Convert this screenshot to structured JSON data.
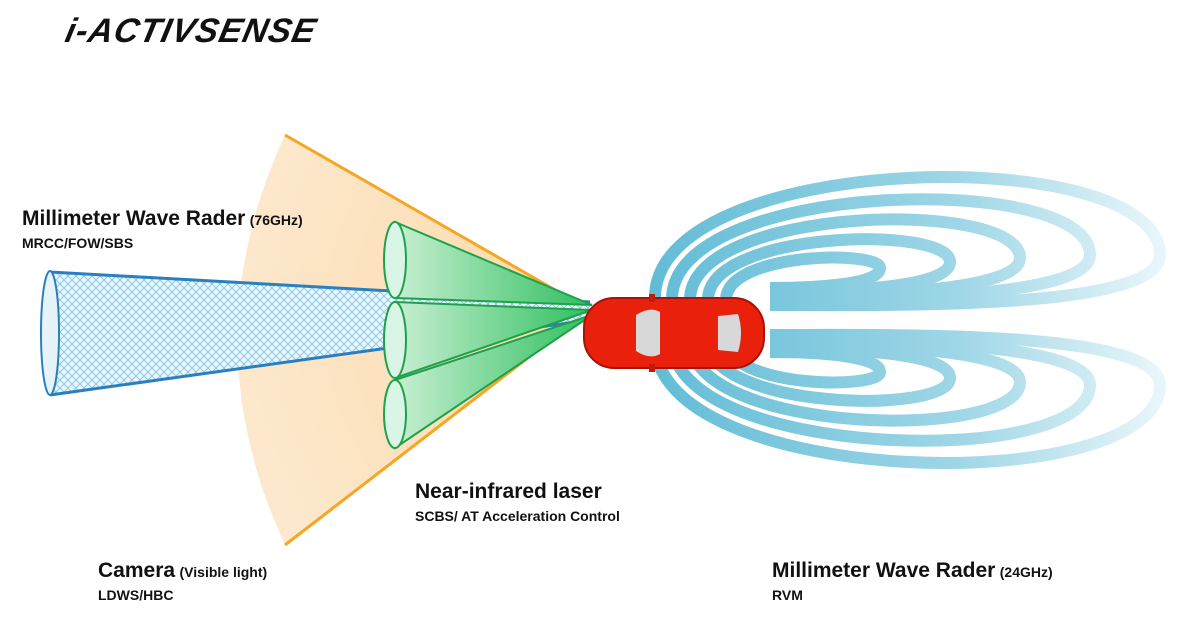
{
  "logo": "i-ACTIVSENSE",
  "labels": {
    "radar76": {
      "title": "Millimeter Wave Rader",
      "freq": "(76GHz)",
      "systems": "MRCC/FOW/SBS"
    },
    "camera": {
      "title": "Camera",
      "freq": "(Visible light)",
      "systems": "LDWS/HBC"
    },
    "laser": {
      "title": "Near-infrared laser",
      "systems": "SCBS/ AT Acceleration Control"
    },
    "radar24": {
      "title": "Millimeter Wave Rader",
      "freq": "(24GHz)",
      "systems": "RVM"
    }
  },
  "colors": {
    "camera_fan": "#f5a623",
    "laser": "#2fbf5f",
    "radar76": "#2a7fc0",
    "radar24": "#7cc8dc",
    "car": "#e8200c"
  }
}
